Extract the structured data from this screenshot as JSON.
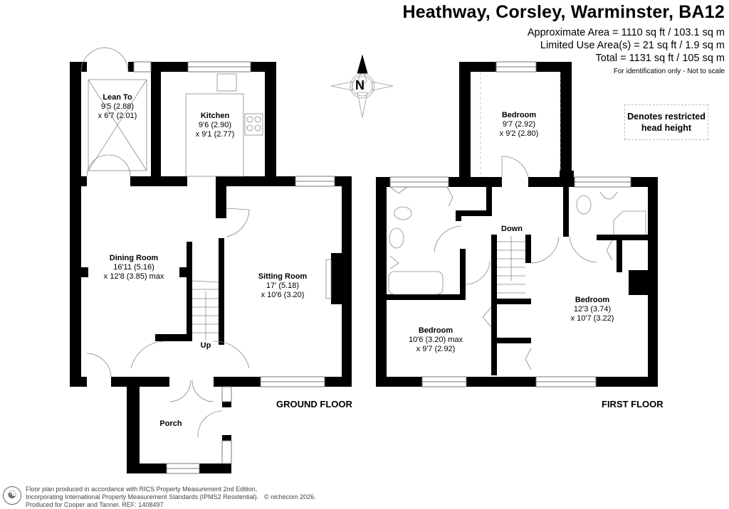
{
  "header": {
    "title": "Heathway, Corsley, Warminster, BA12",
    "approximate_area": "Approximate Area = 1110 sq ft / 103.1 sq m",
    "limited_use_area": "Limited Use Area(s) = 21 sq ft / 1.9 sq m",
    "total": "Total = 1131 sq ft / 105 sq m",
    "disclaimer": "For identification only - Not to scale"
  },
  "compass": {
    "label": "N"
  },
  "legend": {
    "restricted_head_height": "Denotes restricted head height"
  },
  "ground_floor": {
    "label": "GROUND FLOOR",
    "rooms": [
      {
        "name": "Lean To",
        "dim1": "9'5 (2.88)",
        "dim2": "x 6'7 (2.01)"
      },
      {
        "name": "Kitchen",
        "dim1": "9'6 (2.90)",
        "dim2": "x 9'1 (2.77)"
      },
      {
        "name": "Dining Room",
        "dim1": "16'11 (5.16)",
        "dim2": "x 12'8 (3.85) max"
      },
      {
        "name": "Sitting Room",
        "dim1": "17' (5.18)",
        "dim2": "x 10'6 (3.20)"
      },
      {
        "name": "Porch",
        "dim1": "",
        "dim2": ""
      }
    ],
    "stairs_label": "Up"
  },
  "first_floor": {
    "label": "FIRST FLOOR",
    "rooms": [
      {
        "name": "Bedroom",
        "dim1": "9'7 (2.92)",
        "dim2": "x 9'2 (2.80)"
      },
      {
        "name": "Bedroom",
        "dim1": "10'6 (3.20) max",
        "dim2": "x 9'7 (2.92)"
      },
      {
        "name": "Bedroom",
        "dim1": "12'3 (3.74)",
        "dim2": "x 10'7 (3.22)"
      }
    ],
    "stairs_label": "Down"
  },
  "footer": {
    "line1": "Floor plan produced in accordance with RICS Property Measurement 2nd Edition,",
    "line2": "Incorporating International Property Measurement Standards (IPMS2 Residential).",
    "line3": "Produced for Cooper and Tanner.   REF:  1408497",
    "copyright": "© nichecom 2026."
  }
}
